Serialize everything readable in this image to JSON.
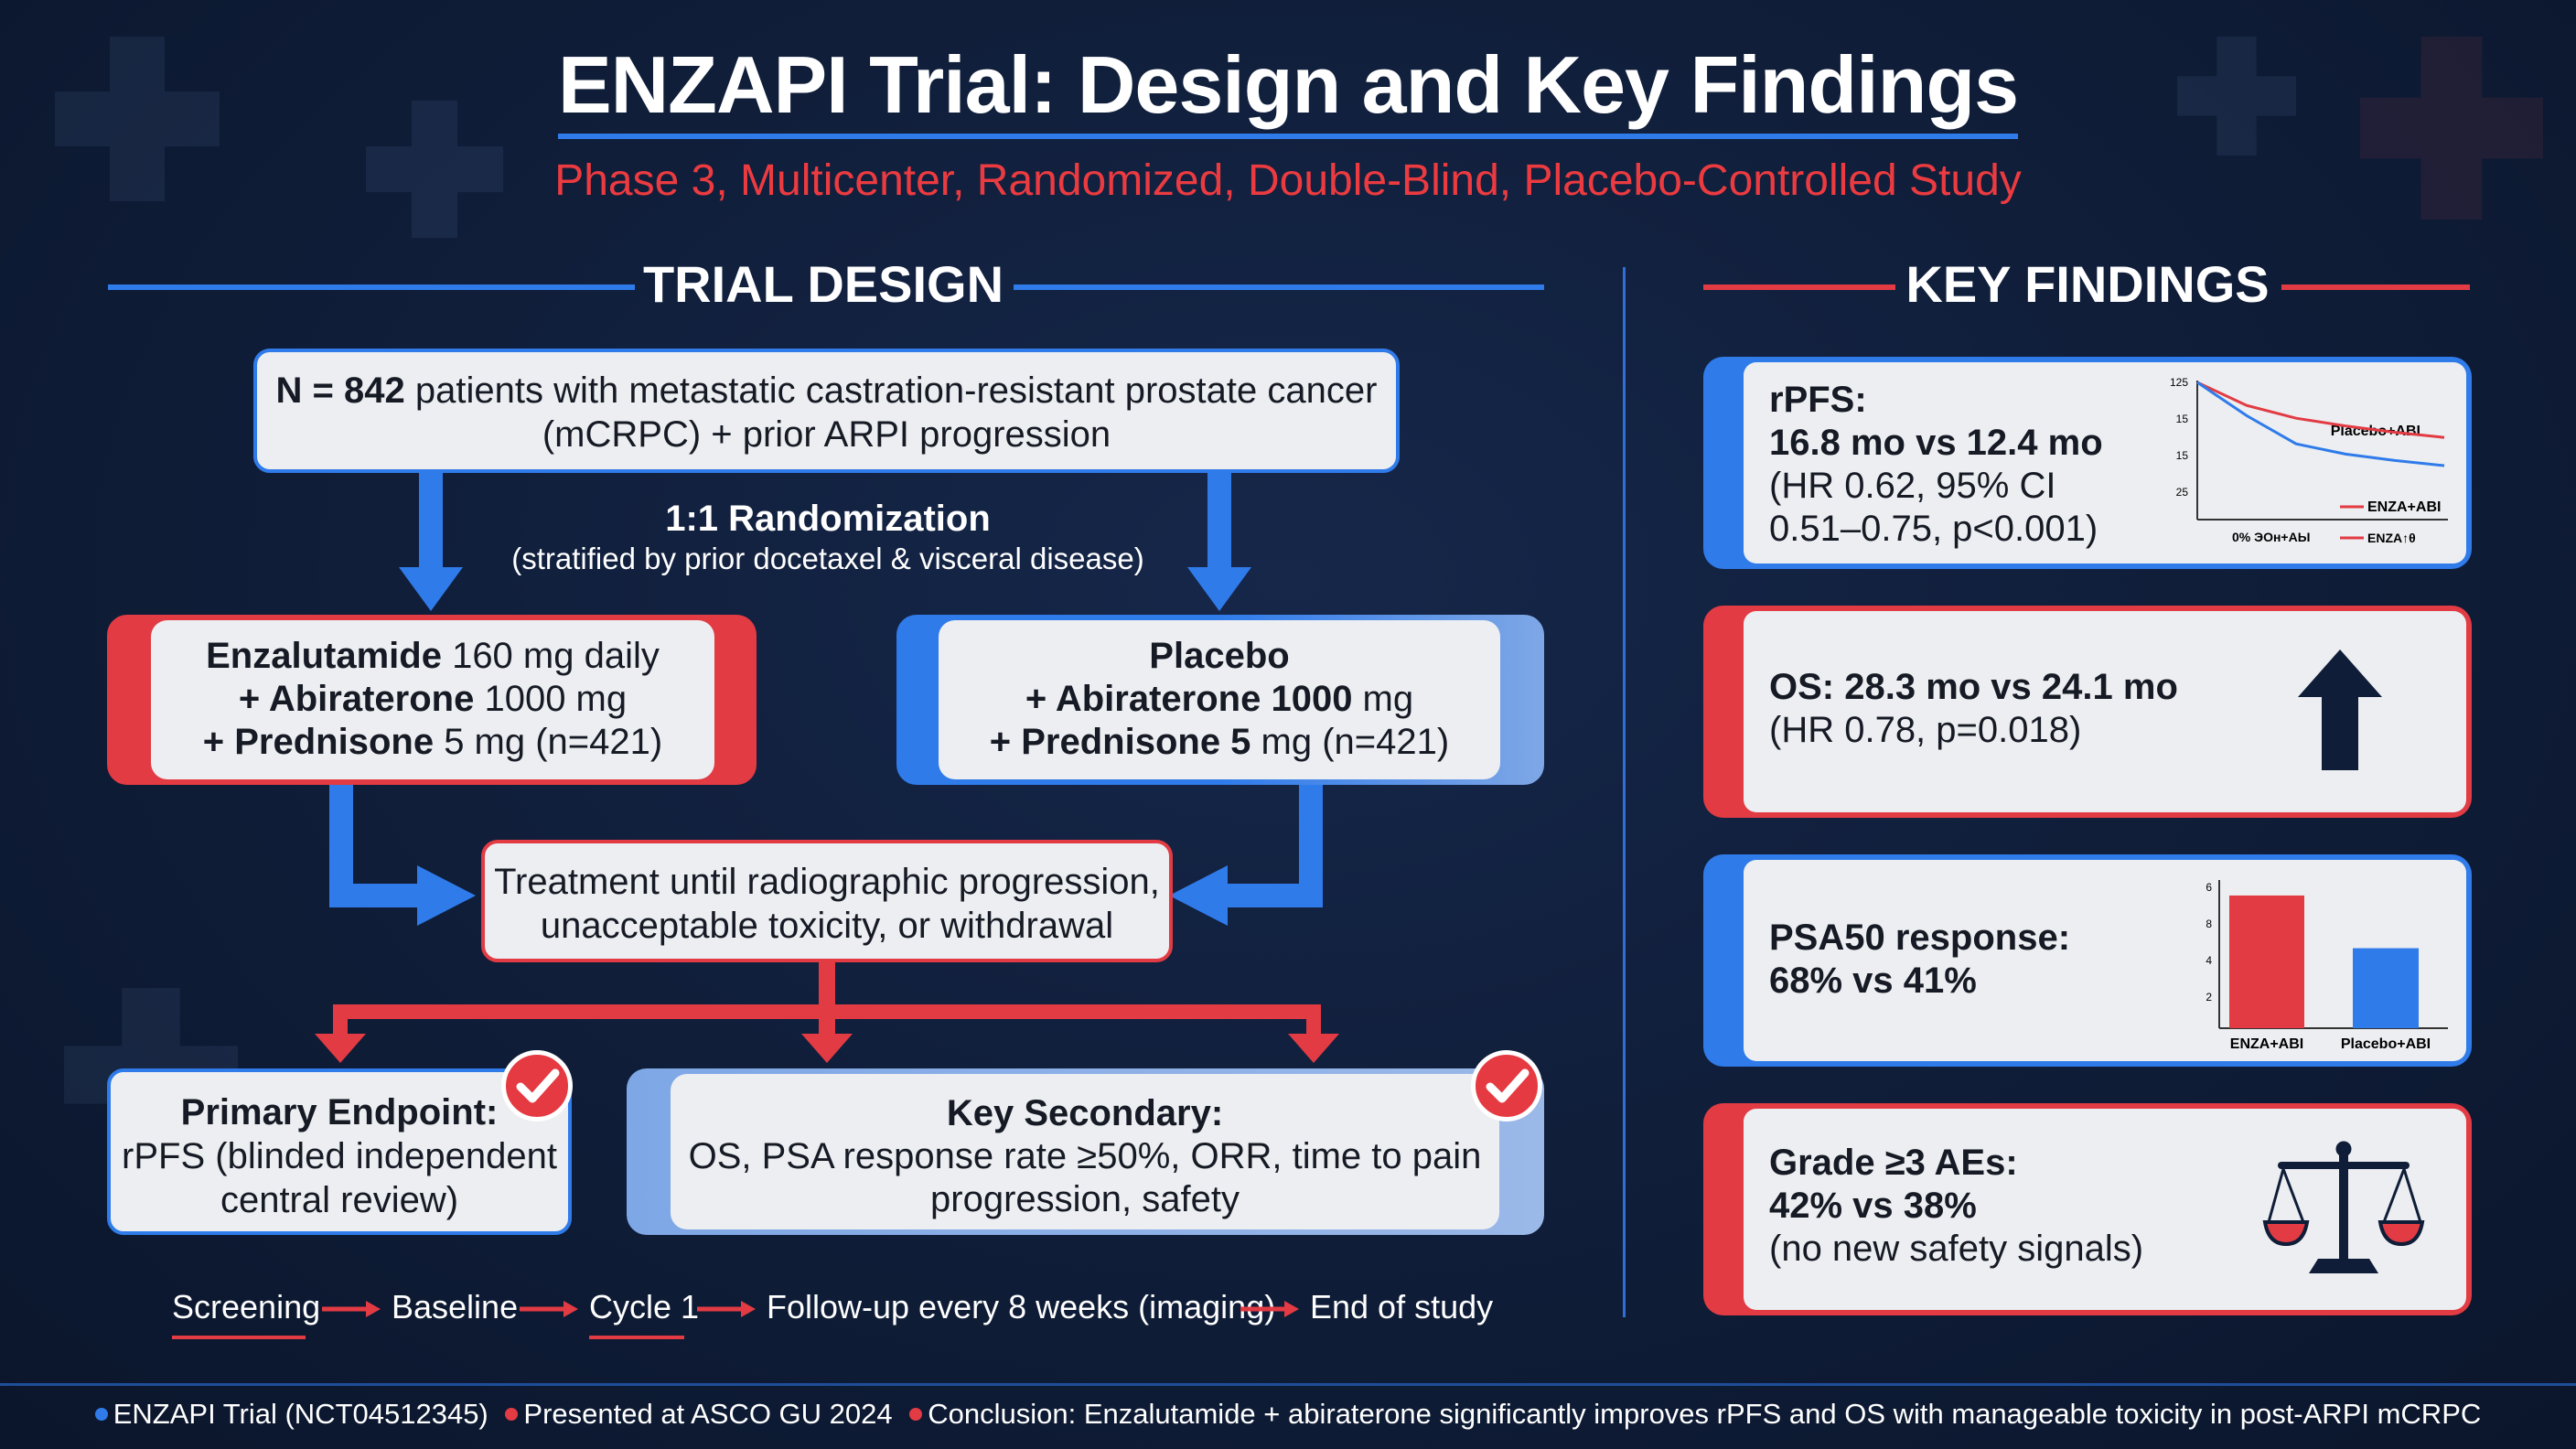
{
  "title": "ENZAPI Trial: Design and Key Findings",
  "subtitle": "Phase 3, Multicenter, Randomized, Double-Blind, Placebo-Controlled Study",
  "sections": {
    "design": "TRIAL DESIGN",
    "findings": "KEY FINDINGS"
  },
  "population": {
    "n_label": "N = 842",
    "line1_rest": " patients with metastatic castration-resistant prostate cancer",
    "line2": "(mCRPC) + prior ARPI progression"
  },
  "randomization": {
    "title": "1:1 Randomization",
    "subtitle": "(stratified by prior docetaxel & visceral disease)"
  },
  "arm_a": {
    "l1_bold": "Enzalutamide",
    "l1_rest": " 160 mg daily",
    "l2_bold": "+ Abiraterone",
    "l2_rest": " 1000 mg",
    "l3_bold": "+ Prednisone",
    "l3_rest": " 5 mg (n=421)"
  },
  "arm_b": {
    "l1_bold": "Placebo",
    "l2_bold": "+ Abiraterone 1000",
    "l2_rest": " mg",
    "l3_bold": "+ Prednisone 5",
    "l3_rest": " mg (n=421)"
  },
  "treatment": {
    "line1": "Treatment until radiographic progression,",
    "line2": "unacceptable toxicity, or withdrawal"
  },
  "primary": {
    "title": "Primary Endpoint:",
    "line1": "rPFS (blinded independent",
    "line2": "central review)"
  },
  "secondary": {
    "title": "Key Secondary:",
    "line1": "OS, PSA response rate ≥50%, ORR, time to pain",
    "line2": "progression, safety"
  },
  "timeline": [
    "Screening",
    "Baseline",
    "Cycle 1",
    "Follow-up every 8 weeks (imaging)",
    "End of study"
  ],
  "findings": {
    "rpfs": {
      "label": "rPFS:",
      "value": "16.8 mo vs 12.4 mo",
      "detail1": "(HR 0.62, 95% CI",
      "detail2": "0.51–0.75, p<0.001)"
    },
    "os": {
      "value": "OS: 28.3 mo vs 24.1 mo",
      "detail": "(HR 0.78, p=0.018)"
    },
    "psa": {
      "label": "PSA50 response:",
      "value": "68% vs 41%"
    },
    "ae": {
      "label": "Grade ≥3 AEs:",
      "value": "42% vs 38%",
      "detail": "(no new safety signals)"
    }
  },
  "chart_data": [
    {
      "type": "line",
      "y_ticks": [
        "125",
        "15",
        "15",
        "25"
      ],
      "series": [
        {
          "name": "Placebo+ABI",
          "color": "#e23b43",
          "values": [
            100,
            82,
            72,
            66,
            61,
            57
          ]
        },
        {
          "name": "ENZA+ABI",
          "color": "#2f7bea",
          "values": [
            100,
            74,
            52,
            44,
            39,
            35
          ]
        }
      ],
      "x_label": "0% ЭОн+АЫ",
      "legend_extra": "ENZA↑θ",
      "ylim": [
        0,
        100
      ]
    },
    {
      "type": "bar",
      "categories": [
        "ENZA+ABI",
        "Placebo+ABI"
      ],
      "values": [
        68,
        41
      ],
      "colors": [
        "#e23b43",
        "#2f7bea"
      ],
      "y_ticks": [
        "6",
        "8",
        "4",
        "2"
      ],
      "ylim": [
        0,
        75
      ]
    }
  ],
  "footer": [
    {
      "color": "#2f7bea",
      "text": "ENZAPI Trial (NCT04512345)"
    },
    {
      "color": "#e23b43",
      "text": "Presented at ASCO GU 2024"
    },
    {
      "color": "#e23b43",
      "text": "Conclusion: Enzalutamide + abiraterone significantly improves rPFS and OS with manageable toxicity in post-ARPI mCRPC"
    }
  ],
  "colors": {
    "blue": "#2f7bea",
    "red": "#e23b43",
    "navy": "#0f1d38",
    "card_bg": "#eceef1"
  }
}
